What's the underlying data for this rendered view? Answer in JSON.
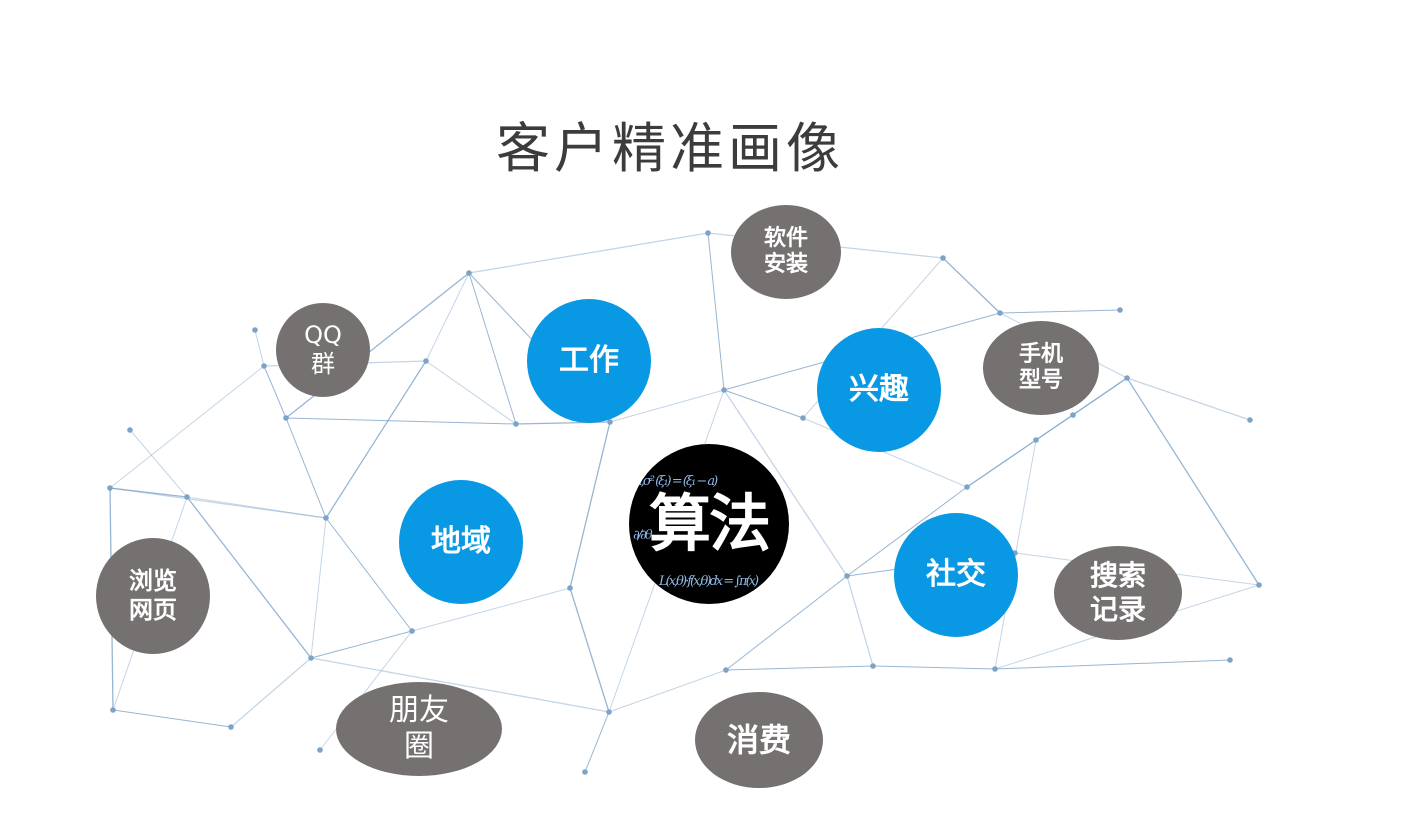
{
  "title": "客户精准画像",
  "center": {
    "label": "算法",
    "formulas": [
      "a,σ² (ξ₁) = (ξ₁ − a)",
      "∂/∂θ",
      "L(x,θ)·f(x,θ)dx = ∫π(x)"
    ]
  },
  "nodes": {
    "software": {
      "line1": "软件",
      "line2": "安装"
    },
    "qq": {
      "line1": "QQ",
      "line2": "群"
    },
    "work": {
      "label": "工作"
    },
    "interest": {
      "label": "兴趣"
    },
    "phone": {
      "line1": "手机",
      "line2": "型号"
    },
    "region": {
      "label": "地域"
    },
    "social": {
      "label": "社交"
    },
    "browse": {
      "line1": "浏览",
      "line2": "网页"
    },
    "search": {
      "line1": "搜索",
      "line2": "记录"
    },
    "moments": {
      "line1": "朋友",
      "line2": "圈"
    },
    "consume": {
      "label": "消费"
    }
  },
  "colors": {
    "blue": "#0999e4",
    "gray": "#757170",
    "line": "#7ea3c9"
  }
}
